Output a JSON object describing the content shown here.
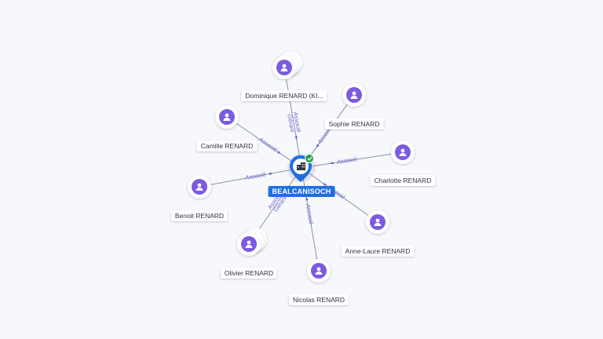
{
  "company": {
    "name": "BEALCANISOCH",
    "icon": "building-icon",
    "status_icon": "check-icon",
    "colors": {
      "pin": "#1e6fe0",
      "status": "#2a9d48"
    }
  },
  "people": [
    {
      "id": "dominique",
      "name": "Dominique RENARD (KI...",
      "stacked": 3
    },
    {
      "id": "sophie",
      "name": "Sophie RENARD",
      "stacked": 1
    },
    {
      "id": "camille",
      "name": "Camille RENARD",
      "stacked": 1
    },
    {
      "id": "charlotte",
      "name": "Charlotte RENARD",
      "stacked": 1
    },
    {
      "id": "benoit",
      "name": "Benoit RENARD",
      "stacked": 1
    },
    {
      "id": "anne-laure",
      "name": "Anne-Laure RENARD",
      "stacked": 1
    },
    {
      "id": "olivier",
      "name": "Olivier RENARD",
      "stacked": 3
    },
    {
      "id": "nicolas",
      "name": "Nicolas RENARD",
      "stacked": 1
    }
  ],
  "relations": [
    {
      "person": "dominique",
      "roles": [
        "Gérant",
        "Associé"
      ]
    },
    {
      "person": "sophie",
      "roles": [
        "Associé"
      ]
    },
    {
      "person": "camille",
      "roles": [
        "Associé"
      ]
    },
    {
      "person": "charlotte",
      "roles": [
        "Associé"
      ]
    },
    {
      "person": "benoit",
      "roles": [
        "Associé"
      ]
    },
    {
      "person": "anne-laure",
      "roles": [
        "Associé"
      ]
    },
    {
      "person": "olivier",
      "roles": [
        "Gérant",
        "Associé"
      ]
    },
    {
      "person": "nicolas",
      "roles": [
        "Associé"
      ]
    }
  ],
  "colors": {
    "avatar": "#7b5be0",
    "edge": "#8b8fa6",
    "edge_label": "#6a63c9",
    "background": "#f7f8fc"
  },
  "person_icon": "person-icon"
}
